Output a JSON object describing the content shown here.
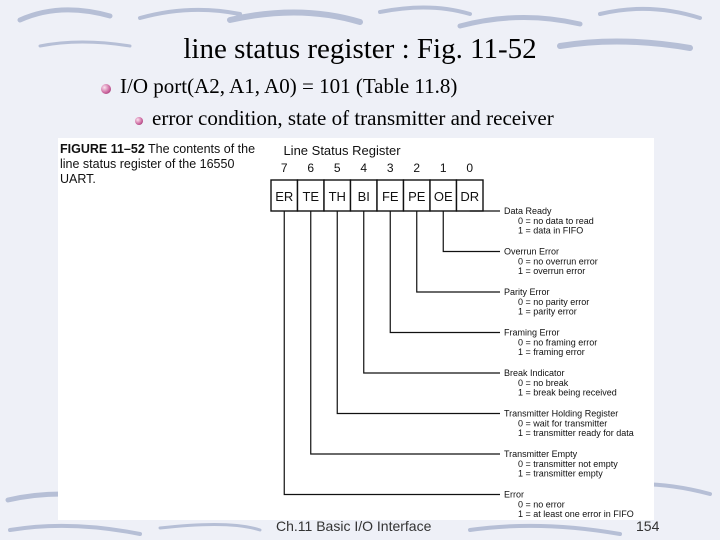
{
  "slide": {
    "title": "line status register : Fig. 11-52",
    "bullets": [
      "I/O port(A2, A1, A0) = 101 (Table 11.8)",
      "error condition, state of transmitter and receiver"
    ]
  },
  "figure": {
    "caption_label": "FIGURE 11–52",
    "caption_text": "The contents of the line status register of the 16550 UART.",
    "register_title": "Line Status Register",
    "bit_numbers": [
      "7",
      "6",
      "5",
      "4",
      "3",
      "2",
      "1",
      "0"
    ],
    "bit_names": [
      "ER",
      "TE",
      "TH",
      "BI",
      "FE",
      "PE",
      "OE",
      "DR"
    ],
    "descriptions": [
      {
        "title": "Data Ready",
        "lines": [
          "0 = no data to read",
          "1 = data in FIFO"
        ]
      },
      {
        "title": "Overrun Error",
        "lines": [
          "0 = no overrun error",
          "1 = overrun error"
        ]
      },
      {
        "title": "Parity Error",
        "lines": [
          "0 = no parity error",
          "1 = parity error"
        ]
      },
      {
        "title": "Framing Error",
        "lines": [
          "0 = no framing error",
          "1 = framing error"
        ]
      },
      {
        "title": "Break Indicator",
        "lines": [
          "0 = no break",
          "1 = break being received"
        ]
      },
      {
        "title": "Transmitter Holding Register",
        "lines": [
          "0 = wait for transmitter",
          "1 = transmitter ready for data"
        ]
      },
      {
        "title": "Transmitter Empty",
        "lines": [
          "0 = transmitter not empty",
          "1 = transmitter empty"
        ]
      },
      {
        "title": "Error",
        "lines": [
          "0 = no error",
          "1 = at least one error in FIFO"
        ]
      }
    ]
  },
  "footer": {
    "chapter": "Ch.11 Basic I/O Interface",
    "page": "154"
  }
}
